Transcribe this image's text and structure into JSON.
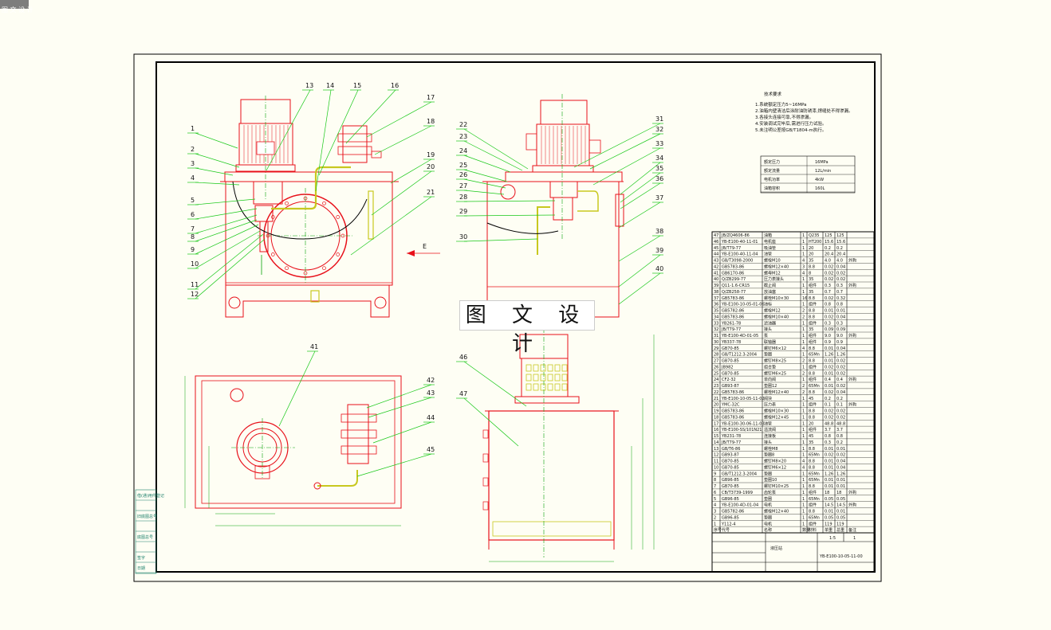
{
  "window": {
    "tab_label": "图 文 设 计"
  },
  "watermark": "图 文 设 计",
  "views": {
    "front": {
      "callouts_left": [
        "1",
        "2",
        "3",
        "4",
        "5",
        "6",
        "7",
        "8",
        "9",
        "10",
        "11",
        "12"
      ],
      "callouts_top": [
        "13",
        "14",
        "15",
        "16",
        "17",
        "18",
        "19",
        "20",
        "21"
      ],
      "arrow_label": "E"
    },
    "side": {
      "callouts_left": [
        "22",
        "23",
        "24",
        "25",
        "26",
        "27",
        "28",
        "29",
        "30"
      ],
      "callouts_right": [
        "31",
        "32",
        "33",
        "34",
        "35",
        "36",
        "37",
        "38",
        "39",
        "40"
      ]
    },
    "top": {
      "callouts": [
        "41",
        "42",
        "43",
        "44",
        "45"
      ]
    },
    "e_view": {
      "callouts": [
        "46",
        "47"
      ]
    }
  },
  "notes": {
    "title": "技术要求",
    "lines": [
      "1.系统额定压力5~16MPa",
      "2.油箱内壁清洁后涂耐油防锈漆,焊缝处不得渗漏。",
      "3.各接头连接可靠,不得渗漏。",
      "4.安装调试完毕后,需进行压力试验。",
      "5.未注明公差按GB/T1804-m执行。"
    ]
  },
  "spec_table": {
    "rows": [
      [
        "额定压力",
        "16MPa"
      ],
      [
        "额定流量",
        "12L/min"
      ],
      [
        "电机功率",
        "4kW"
      ],
      [
        "油箱容积",
        "160L"
      ]
    ]
  },
  "parts_list": {
    "rows": [
      [
        "47",
        "JB/ZQ4606-86",
        "油箱",
        "1",
        "Q235",
        "125",
        "125",
        ""
      ],
      [
        "46",
        "YB-E100-40-11-01",
        "电机座",
        "1",
        "HT200",
        "15.6",
        "15.6",
        ""
      ],
      [
        "45",
        "JB/T79-77",
        "吸油管",
        "1",
        "20",
        "0.2",
        "0.2",
        ""
      ],
      [
        "44",
        "YB-E100-40-11-04",
        "油管",
        "1",
        "20",
        "20.4",
        "20.4",
        ""
      ],
      [
        "43",
        "GB/T3098-2000",
        "螺栓M10",
        "4",
        "35",
        "4.0",
        "4.0",
        "外购"
      ],
      [
        "42",
        "GB5783-86",
        "螺栓M12×40",
        "3",
        "8.8",
        "0.02",
        "0.04",
        ""
      ],
      [
        "41",
        "GB6170-86",
        "螺母M12",
        "4",
        "8",
        "0.02",
        "0.02",
        ""
      ],
      [
        "40",
        "Q/ZB299-77",
        "压力表接头",
        "1",
        "35",
        "0.02",
        "0.02",
        ""
      ],
      [
        "39",
        "Q11-1.6-CR15",
        "截止阀",
        "1",
        "组件",
        "0.3",
        "0.3",
        "外购"
      ],
      [
        "38",
        "Q/ZB258-77",
        "放油塞",
        "1",
        "35",
        "0.7",
        "0.7",
        ""
      ],
      [
        "37",
        "GB5783-86",
        "螺栓M10×30",
        "16",
        "8.8",
        "0.02",
        "0.32",
        ""
      ],
      [
        "36",
        "YB-E100-10-05-01-06",
        "油标",
        "1",
        "组件",
        "0.8",
        "0.8",
        ""
      ],
      [
        "35",
        "GB5782-86",
        "螺栓M12",
        "2",
        "8.8",
        "0.01",
        "0.01",
        ""
      ],
      [
        "34",
        "GB5783-86",
        "螺栓M10×40",
        "2",
        "8.8",
        "0.02",
        "0.04",
        ""
      ],
      [
        "33",
        "YB261-78",
        "滤油器",
        "1",
        "组件",
        "0.3",
        "0.3",
        ""
      ],
      [
        "32",
        "JB/T79-77",
        "接头",
        "1",
        "35",
        "0.09",
        "0.09",
        ""
      ],
      [
        "31",
        "YB-E100-4D-01-05",
        "泵",
        "1",
        "组件",
        "9.0",
        "9.0",
        "外购"
      ],
      [
        "30",
        "YB337-78",
        "联轴器",
        "1",
        "组件",
        "0.9",
        "0.9",
        ""
      ],
      [
        "29",
        "GB70-85",
        "螺钉M6×12",
        "4",
        "8.8",
        "0.01",
        "0.04",
        ""
      ],
      [
        "28",
        "GB/T1212.3-2004",
        "垫圈",
        "1",
        "65Mn",
        "1.26",
        "1.26",
        ""
      ],
      [
        "27",
        "GB70-85",
        "螺钉M8×25",
        "2",
        "8.8",
        "0.01",
        "0.02",
        ""
      ],
      [
        "26",
        "JB982",
        "组合垫",
        "1",
        "组件",
        "0.02",
        "0.02",
        ""
      ],
      [
        "25",
        "GB70-85",
        "螺钉M6×25",
        "2",
        "8.8",
        "0.01",
        "0.02",
        ""
      ],
      [
        "24",
        "CF2-32",
        "单向阀",
        "1",
        "组件",
        "0.4",
        "0.4",
        "外购"
      ],
      [
        "23",
        "GB93-87",
        "垫圈12",
        "2",
        "65Mn",
        "0.01",
        "0.02",
        ""
      ],
      [
        "22",
        "GB5783-86",
        "螺栓M12×40",
        "2",
        "8.8",
        "0.02",
        "0.04",
        ""
      ],
      [
        "21",
        "YB-E100-10-05-11-02",
        "阀块",
        "1",
        "45",
        "0.2",
        "0.2",
        ""
      ],
      [
        "20",
        "YMC-32C",
        "压力表",
        "1",
        "组件",
        "0.1",
        "0.1",
        "外购"
      ],
      [
        "19",
        "GB5783-86",
        "螺栓M10×30",
        "1",
        "8.8",
        "0.02",
        "0.02",
        ""
      ],
      [
        "18",
        "GB5783-86",
        "螺栓M12×45",
        "1",
        "8.8",
        "0.02",
        "0.02",
        ""
      ],
      [
        "17",
        "YB-E100-30-06-11-03",
        "油管",
        "1",
        "20",
        "48.8",
        "48.8",
        ""
      ],
      [
        "16",
        "YB-E100-SS/101N21",
        "溢流阀",
        "1",
        "组件",
        "3.7",
        "3.7",
        ""
      ],
      [
        "15",
        "YB231-78",
        "连接板",
        "1",
        "45",
        "0.8",
        "0.8",
        ""
      ],
      [
        "14",
        "JB/T79-77",
        "接头",
        "1",
        "35",
        "0.3",
        "0.2",
        ""
      ],
      [
        "13",
        "GB/T6-86",
        "螺栓M8",
        "1",
        "8.8",
        "0.01",
        "0.01",
        ""
      ],
      [
        "12",
        "GB93-87",
        "垫圈8",
        "1",
        "65Mn",
        "0.02",
        "0.02",
        ""
      ],
      [
        "11",
        "GB70-85",
        "螺钉M8×20",
        "4",
        "8.8",
        "0.01",
        "0.04",
        ""
      ],
      [
        "10",
        "GB70-85",
        "螺钉M6×12",
        "4",
        "8.8",
        "0.01",
        "0.04",
        ""
      ],
      [
        "9",
        "GB/T1212.3-2004",
        "垫圈",
        "1",
        "65Mn",
        "1.26",
        "1.26",
        ""
      ],
      [
        "8",
        "GB96-85",
        "垫圈10",
        "1",
        "65Mn",
        "0.01",
        "0.01",
        ""
      ],
      [
        "7",
        "GB70-85",
        "螺钉M10×25",
        "1",
        "8.8",
        "0.01",
        "0.01",
        ""
      ],
      [
        "6",
        "CB/T3739-1999",
        "齿轮泵",
        "1",
        "组件",
        "18",
        "18",
        "外购"
      ],
      [
        "5",
        "GB96-85",
        "垫圈",
        "1",
        "65Mn",
        "0.05",
        "0.05",
        ""
      ],
      [
        "4",
        "YB-E100-4D-01-04",
        "电机",
        "1",
        "组件",
        "14.5",
        "14.5",
        "外购"
      ],
      [
        "3",
        "GB5782-86",
        "螺栓M12×40",
        "1",
        "8.8",
        "0.01",
        "0.01",
        ""
      ],
      [
        "2",
        "GB96-85",
        "垫圈",
        "1",
        "65Mn",
        "0.05",
        "0.05",
        ""
      ],
      [
        "1",
        "Y112-4",
        "电机",
        "1",
        "组件",
        "119",
        "119",
        ""
      ]
    ],
    "header": [
      "序号",
      "代号",
      "名称",
      "数量",
      "材料",
      "单重",
      "总重",
      "备注"
    ]
  },
  "title_block": {
    "drawing_name": "液压站",
    "drawing_number": "YB-E100-10-05-11-00",
    "scale": "1:5",
    "sheet": "1"
  },
  "left_panel": [
    "借(通)用件登记",
    "",
    "旧底图总号",
    "",
    "底图总号",
    "",
    "签字",
    "日期"
  ],
  "colors": {
    "frame": "#000000",
    "outline": "#e8101a",
    "center": "#0aa30a",
    "callout": "#18c818",
    "detail": "#c8c820",
    "accent": "#1d39ff"
  }
}
